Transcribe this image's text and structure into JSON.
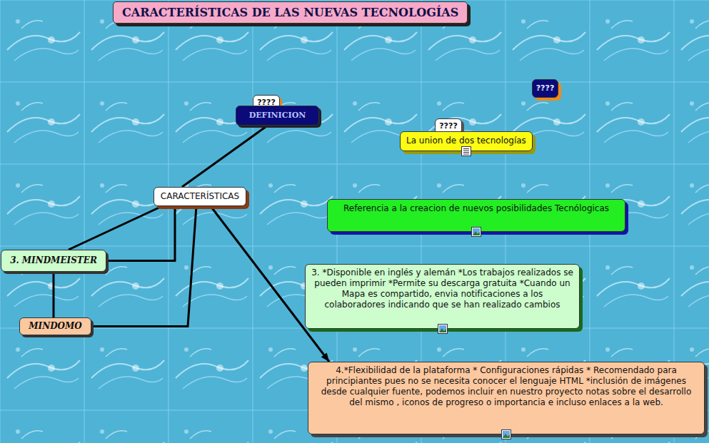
{
  "diagram": {
    "title": "CARACTERÍSTICAS DE LAS NUEVAS TECNOLOGÍAS",
    "nodes": [
      {
        "text": [
          "????"
        ]
      },
      {
        "text": [
          "DEFINICION"
        ]
      },
      {
        "text": [
          "????"
        ]
      },
      {
        "text": [
          "????"
        ]
      },
      {
        "text": [
          "La union de dos tecnologías"
        ]
      },
      {
        "text": [
          "CARACTERÍSTICAS"
        ]
      },
      {
        "text": [
          "Referencia a la creacion de nuevos posibilidades Tecnólogicas"
        ]
      },
      {
        "text": [
          "3. MINDMEISTER"
        ]
      },
      {
        "text": [
          "3. *Disponible en inglés y alemán *Los trabajos realizados se pueden imprimir *Permite su descarga gratuita *Cuando un Mapa es compartido, envia notificaciones a los colaboradores  indicando que se han realizado cambios"
        ]
      },
      {
        "text": [
          "MINDOMO"
        ]
      },
      {
        "text": [
          "4.*Flexibilidad de la plataforma * Configuraciones rápidas * Recomendado para principiantes pues no se necesita conocer el lenguaje HTML *inclusión de imágenes desde cualquier fuente, podemos incluir en nuestro proyecto notas sobre el desarrollo del mismo , iconos de progreso o importancia e incluso enlaces a la web."
        ]
      }
    ],
    "edges": [
      {
        "from": 5,
        "to": 1,
        "arrow": "none"
      },
      {
        "from": 5,
        "to": 7,
        "arrow": "none"
      },
      {
        "from": 5,
        "to": 7,
        "arrow": "none"
      },
      {
        "from": 5,
        "to": 9,
        "arrow": "none"
      },
      {
        "from": 7,
        "to": 9,
        "arrow": "none"
      },
      {
        "from": 5,
        "to": 10,
        "arrow": "to"
      }
    ]
  }
}
